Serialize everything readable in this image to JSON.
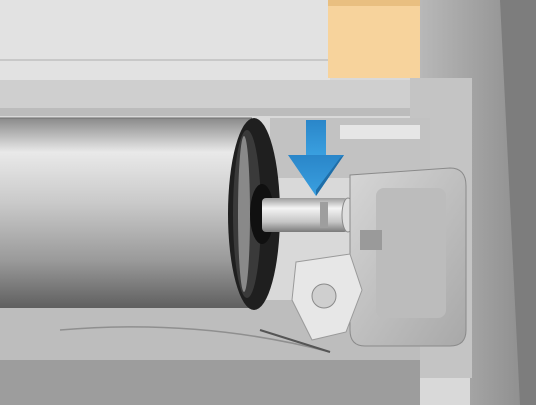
{
  "scene": {
    "subject": "printer-roll-loading-illustration",
    "elements": {
      "roll": "media-roll",
      "spindle": "spindle-end",
      "arrow": "down-arrow-icon",
      "hub": "spindle-hub-holder",
      "tag": "orange-media-label"
    }
  },
  "colors": {
    "background": "#dcdcdc",
    "frame_dark": "#9a9a9a",
    "roll_light": "#f2f2f2",
    "roll_mid": "#bdbdbd",
    "roll_dark": "#6f6f6f",
    "flange": "#2a2a2a",
    "arrow": "#2f8fd0",
    "label": "#f7d39c"
  }
}
